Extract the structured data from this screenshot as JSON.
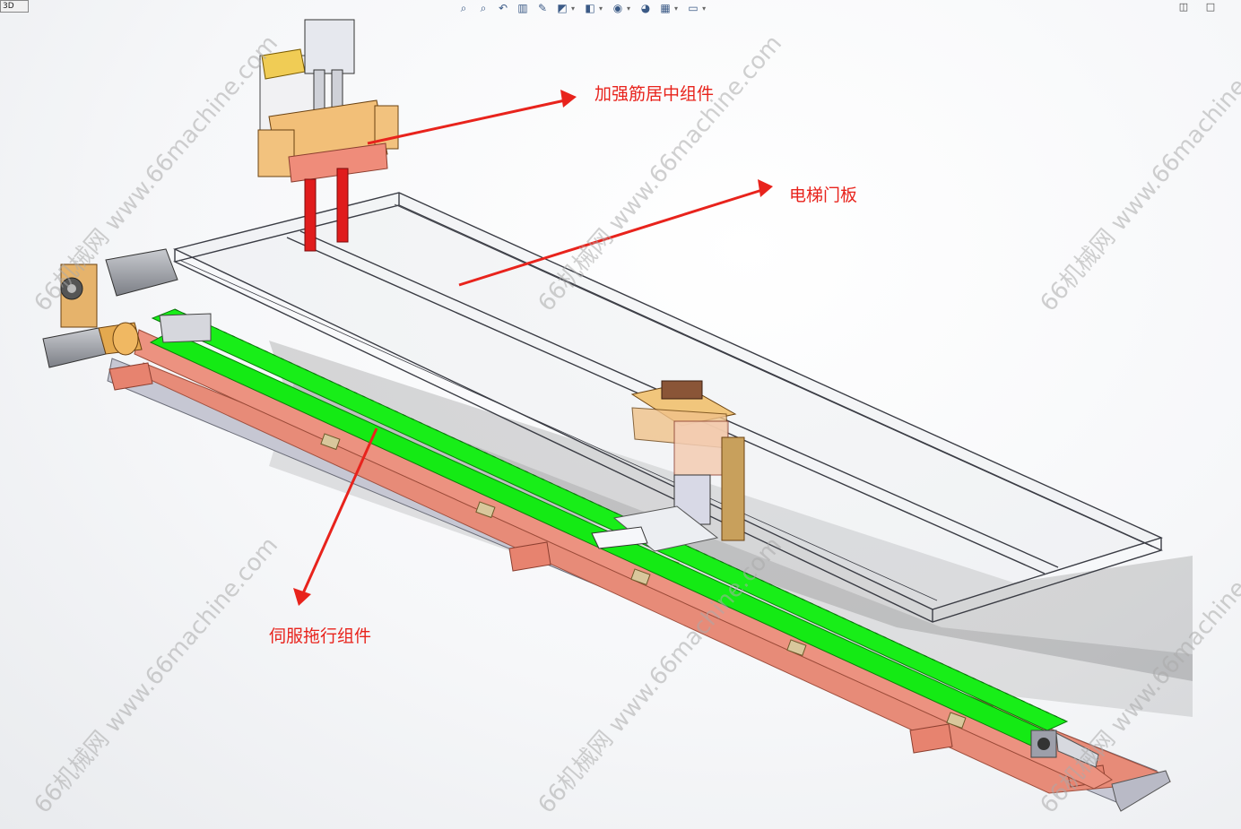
{
  "window": {
    "view_tag": "3D",
    "ctrl_left": "◫",
    "ctrl_right": "□"
  },
  "toolbar": {
    "icons": [
      {
        "name": "zoom-to-fit-icon",
        "glyph": "⌕",
        "dropdown": false
      },
      {
        "name": "zoom-to-area-icon",
        "glyph": "⌕",
        "dropdown": false
      },
      {
        "name": "previous-view-icon",
        "glyph": "↶",
        "dropdown": false
      },
      {
        "name": "section-view-icon",
        "glyph": "▥",
        "dropdown": false
      },
      {
        "name": "dynamic-annotation-icon",
        "glyph": "✎",
        "dropdown": false
      },
      {
        "name": "view-orientation-icon",
        "glyph": "◩",
        "dropdown": true
      },
      {
        "name": "display-style-icon",
        "glyph": "◧",
        "dropdown": true
      },
      {
        "name": "hide-show-items-icon",
        "glyph": "◉",
        "dropdown": true
      },
      {
        "name": "edit-appearance-icon",
        "glyph": "◕",
        "dropdown": false
      },
      {
        "name": "apply-scene-icon",
        "glyph": "▦",
        "dropdown": true
      },
      {
        "name": "view-settings-icon",
        "glyph": "▭",
        "dropdown": true
      }
    ]
  },
  "callouts": {
    "reinforcement": "加强筋居中组件",
    "door_panel": "电梯门板",
    "servo_drag": "伺服拖行组件"
  },
  "watermark": "66机械网 www.66machine.com",
  "colors": {
    "callout_red": "#e8231c",
    "rail_green": "#00e000",
    "base_salmon": "#e0806e",
    "bracket_orange": "#e8b878",
    "frame_grey": "#9a9ca8"
  }
}
